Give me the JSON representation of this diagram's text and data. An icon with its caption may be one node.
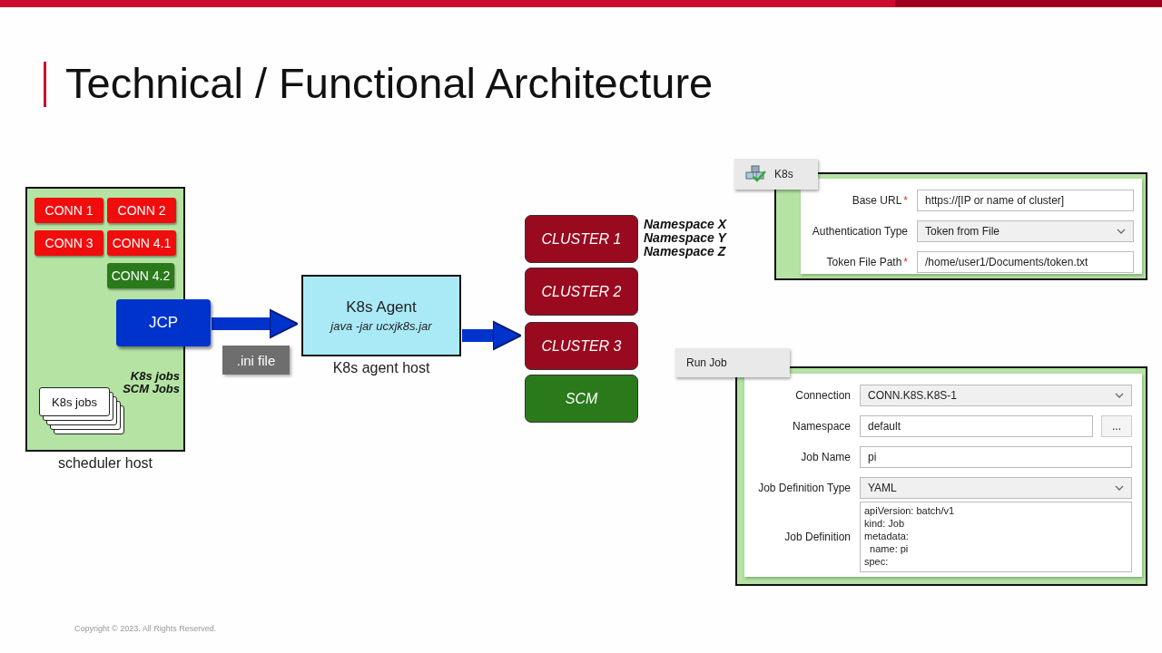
{
  "diagram": {
    "title": "Technical / Functional Architecture",
    "nodes": [
      {
        "text": [
          "scheduler host"
        ]
      },
      {
        "text": [
          "CONN 1"
        ],
        "in": 0
      },
      {
        "text": [
          "CONN 2"
        ],
        "in": 0
      },
      {
        "text": [
          "CONN 3"
        ],
        "in": 0
      },
      {
        "text": [
          "CONN 4.1"
        ],
        "in": 0
      },
      {
        "text": [
          "CONN 4.2"
        ],
        "in": 0
      },
      {
        "text": [
          "JCP"
        ]
      },
      {
        "text": [
          "K8s jobs"
        ],
        "in": 0
      },
      {
        "text": [
          ".ini file"
        ]
      },
      {
        "text": [
          "K8s Agent",
          "java -jar ucxjk8s.jar"
        ],
        "beside": [
          "K8s agent host"
        ]
      },
      {
        "text": [
          "CLUSTER 1"
        ],
        "beside": [
          "Namespace X",
          "Namespace Y",
          "Namespace Z"
        ]
      },
      {
        "text": [
          "CLUSTER 2"
        ]
      },
      {
        "text": [
          "CLUSTER 3"
        ]
      },
      {
        "text": [
          "SCM"
        ]
      },
      {
        "text": [
          "K8s"
        ]
      },
      {
        "text": [
          "Base URL",
          "*",
          "https://[IP or name of cluster]",
          "Authentication Type",
          "Token from File",
          "Token File Path",
          "*",
          "/home/user1/Documents/token.txt"
        ]
      },
      {
        "text": [
          "Run Job"
        ]
      },
      {
        "text": [
          "Connection",
          "CONN.K8S.K8S-1",
          "Namespace",
          "default",
          "...",
          "Job Name",
          "pi",
          "Job Definition Type",
          "YAML",
          "Job Definition",
          "apiVersion: batch/v1",
          "kind: Job",
          "metadata:",
          "  name: pi",
          "spec:"
        ]
      }
    ],
    "edges": [
      {
        "from": 6,
        "to": 9,
        "arrow": "to"
      },
      {
        "from": 9,
        "to": 12,
        "arrow": "to"
      }
    ],
    "labels": [
      "K8s jobs SCM Jobs",
      "Copyright © 2023. All Rights Reserved."
    ]
  }
}
